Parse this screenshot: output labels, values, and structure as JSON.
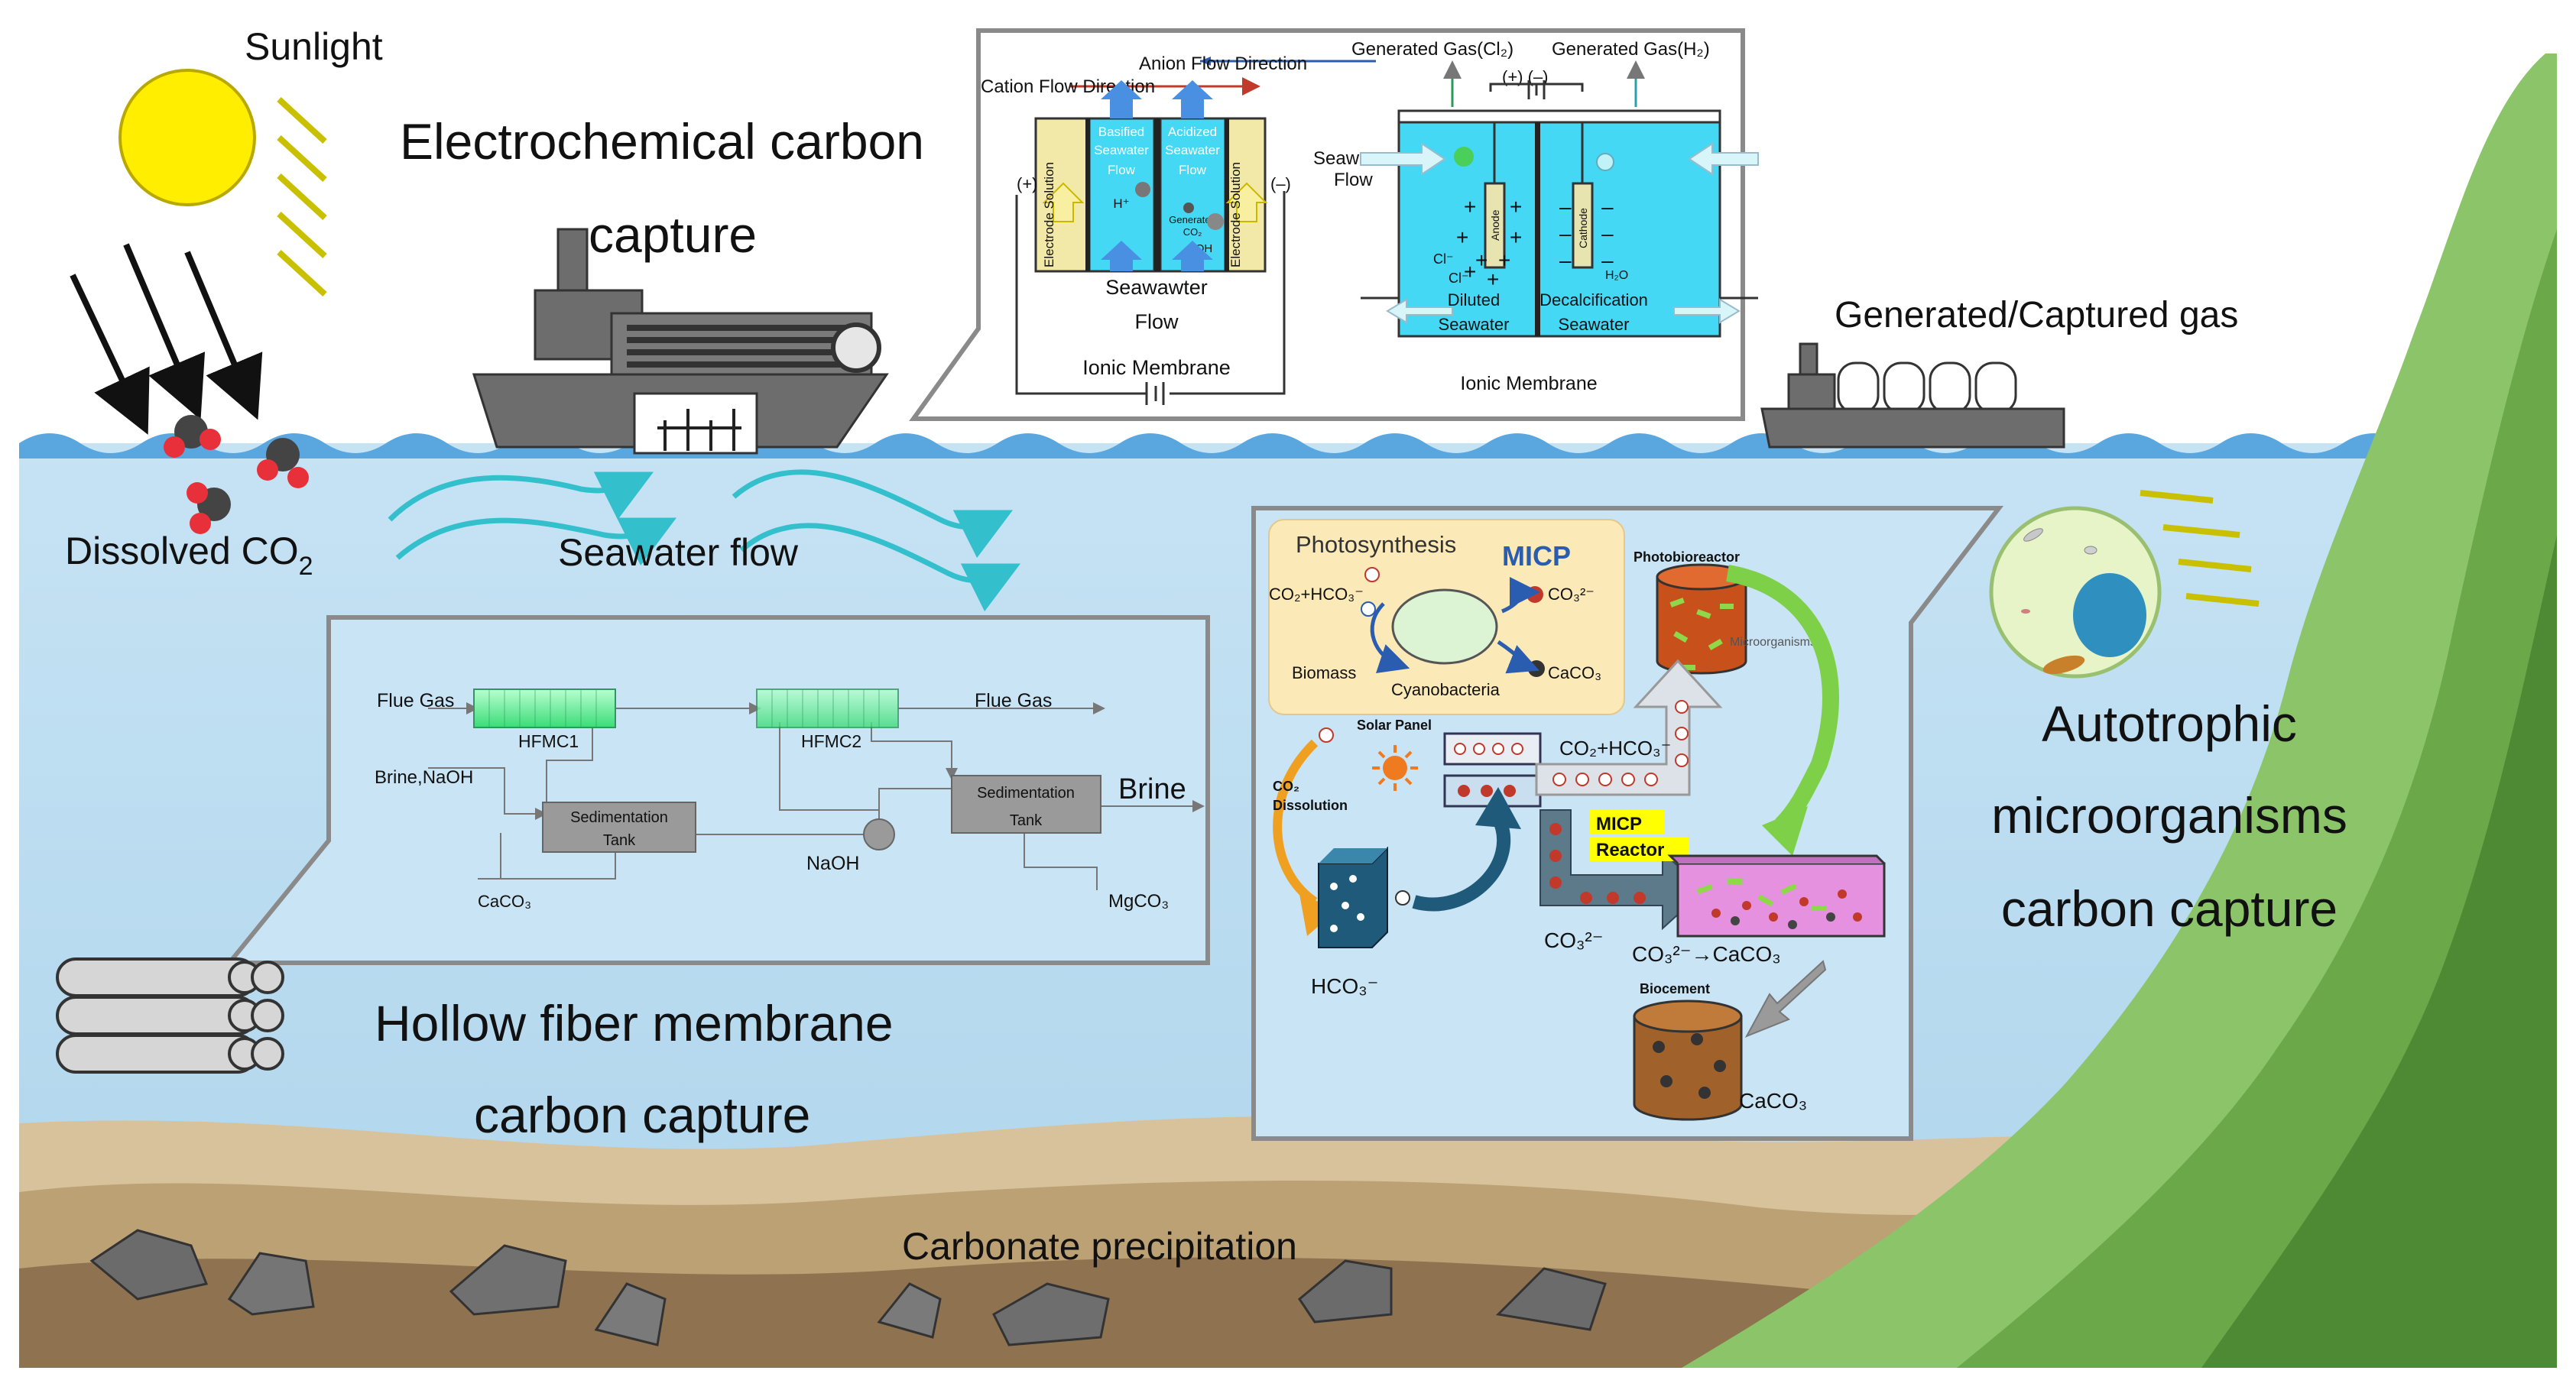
{
  "labels": {
    "sunlight": "Sunlight",
    "dissolved_co2": "Dissolved CO",
    "dissolved_co2_sub": "2",
    "seawater_flow": "Seawater flow",
    "electrochem_line1": "Electrochemical carbon",
    "electrochem_line2": "capture",
    "generated_gas": "Generated/Captured gas",
    "autotrophic_line1": "Autotrophic",
    "autotrophic_line2": "microorganisms",
    "autotrophic_line3": "carbon capture",
    "hollow_line1": "Hollow fiber membrane",
    "hollow_line2": "carbon capture",
    "carbonate_precip": "Carbonate precipitation"
  },
  "electrochem_panel": {
    "anion_flow": "Anion Flow Direction",
    "cation_flow": "Cation Flow Direction",
    "plus": "(+)",
    "minus": "(–)",
    "electrode_solution": "Electrode Solution",
    "basified_1": "Basified",
    "basified_2": "Seawater",
    "basified_3": "Flow",
    "acidized_1": "Acidized",
    "acidized_2": "Seawater",
    "acidized_3": "Flow",
    "h_plus": "H⁺",
    "generated_co2_1": "Generated",
    "generated_co2_2": "CO₂",
    "oh": "OH",
    "seawater_flow_1": "Seawawter",
    "seawater_flow_2": "Flow",
    "ionic_membrane": "Ionic Membrane",
    "gen_gas_cl2": "Generated Gas(Cl₂)",
    "gen_gas_h2": "Generated Gas(H₂)",
    "pm": "(+)   (–)",
    "seawater_in_1": "Seawater",
    "seawater_in_2": "Flow",
    "anode": "Anode",
    "cathode": "Cathode",
    "cl_1": "Cl⁻",
    "cl_2": "Cl⁻",
    "h2o": "H₂O",
    "diluted_1": "Diluted",
    "diluted_2": "Seawater",
    "decalc_1": "Decalcification",
    "decalc_2": "Seawater",
    "ionic_membrane_2": "Ionic Membrane"
  },
  "hfm_panel": {
    "flue_gas_in": "Flue Gas",
    "flue_gas_out": "Flue Gas",
    "hfmc1": "HFMC1",
    "hfmc2": "HFMC2",
    "brine_naoh": "Brine,NaOH",
    "sed_tank_1a": "Sedimentation",
    "sed_tank_1b": "Tank",
    "sed_tank_2a": "Sedimentation",
    "sed_tank_2b": "Tank",
    "brine": "Brine",
    "naoh": "NaOH",
    "caco3": "CaCO₃",
    "mgco3": "MgCO₃"
  },
  "micp_panel": {
    "photosynthesis": "Photosynthesis",
    "micp": "MICP",
    "co2_hco3": "CO₂+HCO₃⁻",
    "co3": "CO₃²⁻",
    "biomass": "Biomass",
    "cyanobacteria": "Cyanobacteria",
    "caco3_top": "CaCO₃",
    "photobioreactor": "Photobioreactor",
    "microorganisms": "Microorganisms",
    "solar_panel": "Solar Panel",
    "co2_hco3_2": "CO₂+HCO₃⁻",
    "co2_diss_1": "CO₂",
    "co2_diss_2": "Dissolution",
    "micp_reactor_1": "MICP",
    "micp_reactor_2": "Reactor",
    "co3_2": "CO₃²⁻",
    "co3_to_caco3": "CO₃²⁻→CaCO₃",
    "hco3": "HCO₃⁻",
    "biocement": "Biocement",
    "caco3_bottom": "CaCO₃"
  },
  "colors": {
    "sea": "#b8dbf0",
    "wave": "#5aa7e0",
    "sun": "#ffee00",
    "hill_light": "#8cc46a",
    "hill_dark": "#4e8a34",
    "sediment": "#c2a982",
    "ship": "#6d6d6d",
    "panel_border": "#8a8a8a",
    "micp_highlight": "#ffff00"
  }
}
